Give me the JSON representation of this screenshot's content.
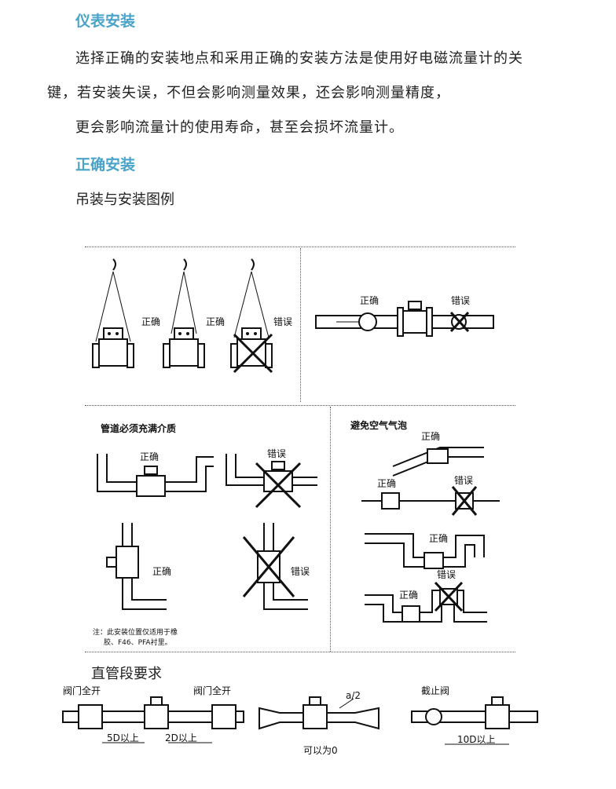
{
  "heading1": "仪表安装",
  "para": {
    "line1": "选择正确的安装地点和采用正确的安装方法是使用好电磁流量计的关",
    "line2": "键，若安装失误，不但会影响测量效果，还会影响测量精度，",
    "line3": "更会影响流量计的使用寿命，甚至会损坏流量计。"
  },
  "heading2": "正确安装",
  "subtitle1": "吊装与安装图例",
  "subtitle2": "直管段要求",
  "diagram": {
    "correct": "正确",
    "wrong": "错误",
    "pipe_full_title": "管道必须充满介质",
    "avoid_bubble_title": "避免空气气泡",
    "note_line1": "注：此安装位置仅适用于橡",
    "note_line2": "胶、F46、PFA衬里。",
    "valve_open": "阀门全开",
    "five_d": "5D以上",
    "two_d": "2D以上",
    "a_half": "a/2",
    "can_be_zero": "可以为0",
    "stop_valve": "截止阀",
    "ten_d": "10D以上"
  }
}
